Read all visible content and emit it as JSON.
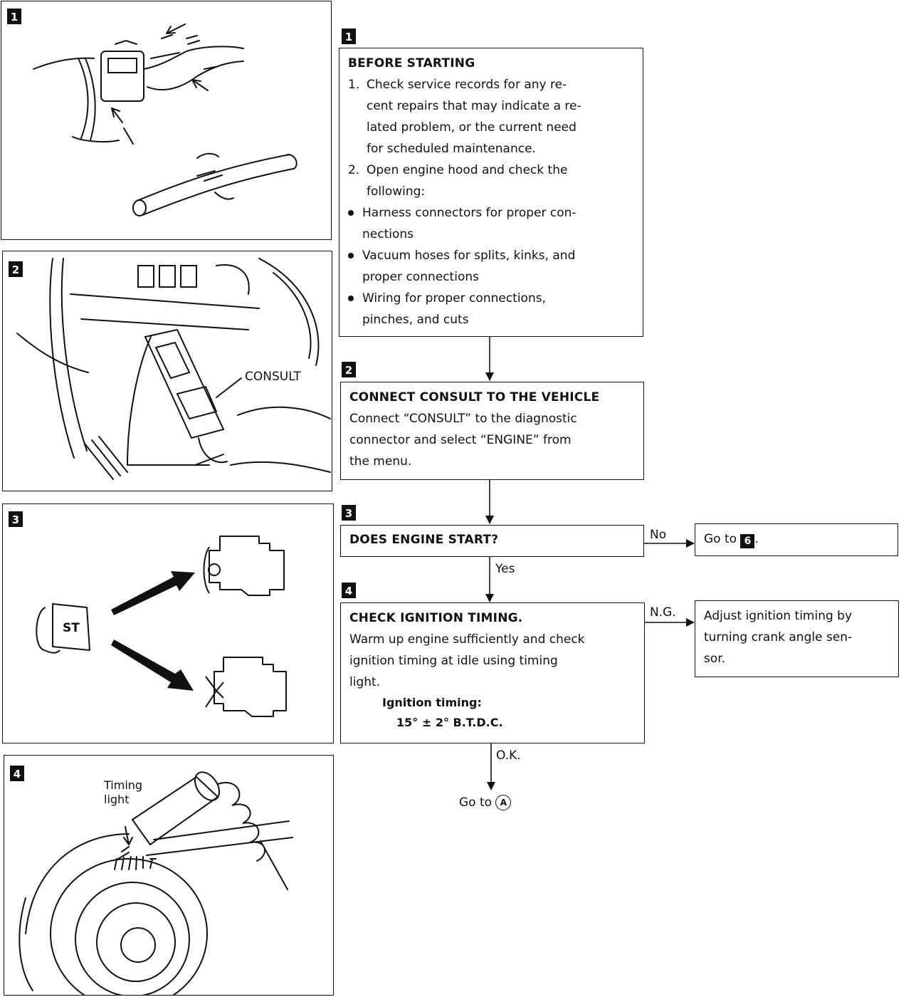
{
  "panels": [
    {
      "label": "1"
    },
    {
      "label": "2",
      "callout": "CONSULT"
    },
    {
      "label": "3",
      "key_label": "ST"
    },
    {
      "label": "4",
      "callout": "Timing\nlight"
    }
  ],
  "steps": {
    "s1": {
      "label": "1",
      "title": "BEFORE STARTING",
      "items": [
        {
          "num": "1.",
          "text": "Check service records for any re-\ncent repairs that may indicate a re-\nlated problem, or the current need\nfor scheduled maintenance."
        },
        {
          "num": "2.",
          "text": "Open engine hood and check the\nfollowing:"
        }
      ],
      "bullets": [
        "Harness connectors for proper con-\nnections",
        "Vacuum hoses for splits, kinks, and\nproper connections",
        "Wiring for proper connections,\npinches, and cuts"
      ]
    },
    "s2": {
      "label": "2",
      "title": "CONNECT CONSULT TO THE VEHICLE",
      "body": "Connect “CONSULT” to the diagnostic\nconnector and select “ENGINE” from\nthe menu."
    },
    "s3": {
      "label": "3",
      "title": "DOES ENGINE START?",
      "no_label": "No",
      "yes_label": "Yes",
      "no_prefix": "Go to",
      "no_ref": "6",
      "no_suffix": "."
    },
    "s4": {
      "label": "4",
      "title": "CHECK IGNITION TIMING.",
      "body": "Warm up engine sufficiently and check\nignition timing at idle using timing\nlight.",
      "spec_label": "Ignition timing:",
      "spec_value": "15° ± 2° B.T.D.C.",
      "ng_label": "N.G.",
      "ok_label": "O.K.",
      "ng_text": "Adjust ignition timing by\nturning crank angle sen-\nsor.",
      "ok_prefix": "Go to",
      "ok_ref": "A"
    }
  }
}
